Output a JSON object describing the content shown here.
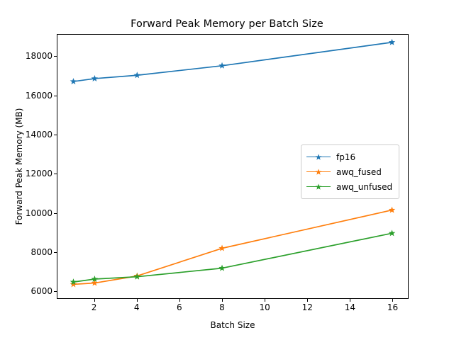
{
  "chart_data": {
    "type": "line",
    "title": "Forward Peak Memory per Batch Size",
    "xlabel": "Batch Size",
    "ylabel": "Forward Peak Memory (MB)",
    "x": [
      1,
      2,
      4,
      8,
      16
    ],
    "xlim": [
      0.25,
      16.75
    ],
    "ylim": [
      5620,
      19130
    ],
    "xticks": [
      2,
      4,
      6,
      8,
      10,
      12,
      14,
      16
    ],
    "xtick_labels": [
      "2",
      "4",
      "6",
      "8",
      "10",
      "12",
      "14",
      "16"
    ],
    "yticks": [
      6000,
      8000,
      10000,
      12000,
      14000,
      16000,
      18000
    ],
    "ytick_labels": [
      "6000",
      "8000",
      "10000",
      "12000",
      "14000",
      "16000",
      "18000"
    ],
    "grid": false,
    "legend_position": "center right",
    "marker": "star",
    "series": [
      {
        "name": "fp16",
        "color": "#1f77b4",
        "values": [
          16730,
          16880,
          17050,
          17540,
          18740
        ]
      },
      {
        "name": "awq_fused",
        "color": "#ff7f0e",
        "values": [
          6330,
          6400,
          6760,
          8180,
          10140
        ]
      },
      {
        "name": "awq_unfused",
        "color": "#2ca02c",
        "values": [
          6450,
          6600,
          6720,
          7160,
          8950
        ]
      }
    ]
  },
  "legend": {
    "items": [
      {
        "label": "fp16"
      },
      {
        "label": "awq_fused"
      },
      {
        "label": "awq_unfused"
      }
    ]
  }
}
